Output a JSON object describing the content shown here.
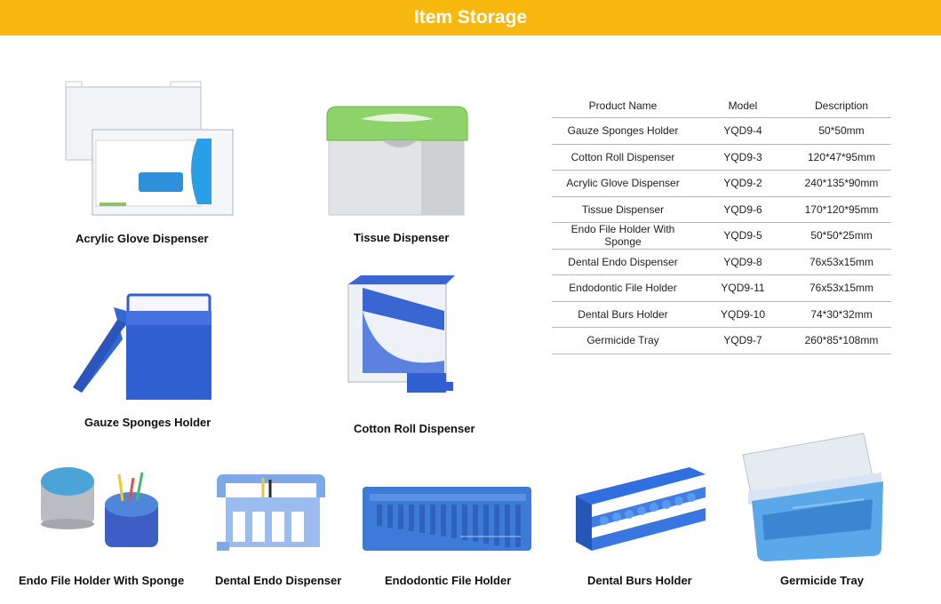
{
  "header": {
    "title": "Item Storage"
  },
  "products": {
    "acrylic_glove": "Acrylic Glove Dispenser",
    "tissue": "Tissue Dispenser",
    "gauze": "Gauze Sponges Holder",
    "cotton_roll": "Cotton Roll Dispenser",
    "endo_file_sponge": "Endo File Holder With Sponge",
    "dental_endo": "Dental Endo Dispenser",
    "endodontic_file": "Endodontic File Holder",
    "dental_burs": "Dental Burs Holder",
    "germicide": "Germicide Tray"
  },
  "table": {
    "headers": [
      "Product Name",
      "Model",
      "Description"
    ],
    "rows": [
      [
        "Gauze Sponges Holder",
        "YQD9-4",
        "50*50mm"
      ],
      [
        "Cotton Roll Dispenser",
        "YQD9-3",
        "120*47*95mm"
      ],
      [
        "Acrylic Glove Dispenser",
        "YQD9-2",
        "240*135*90mm"
      ],
      [
        "Tissue Dispenser",
        "YQD9-6",
        "170*120*95mm"
      ],
      [
        "Endo File Holder With Sponge",
        "YQD9-5",
        "50*50*25mm"
      ],
      [
        "Dental Endo Dispenser",
        "YQD9-8",
        "76x53x15mm"
      ],
      [
        "Endodontic File Holder",
        "YQD9-11",
        "76x53x15mm"
      ],
      [
        "Dental Burs Holder",
        "YQD9-10",
        "74*30*32mm"
      ],
      [
        "Germicide Tray",
        "YQD9-7",
        "260*85*108mm"
      ]
    ]
  },
  "colors": {
    "banner": "#f7b90f",
    "product_blue": "#2f5fd0",
    "tissue_green": "#8ed36a"
  },
  "icons": {
    "acrylic_glove": "acrylic-glove-dispenser-image",
    "tissue": "tissue-dispenser-image",
    "gauze": "gauze-sponges-holder-image",
    "cotton_roll": "cotton-roll-dispenser-image",
    "endo_file_sponge": "endo-file-holder-image",
    "dental_endo": "dental-endo-dispenser-image",
    "endodontic_file": "endodontic-file-holder-image",
    "dental_burs": "dental-burs-holder-image",
    "germicide": "germicide-tray-image"
  }
}
